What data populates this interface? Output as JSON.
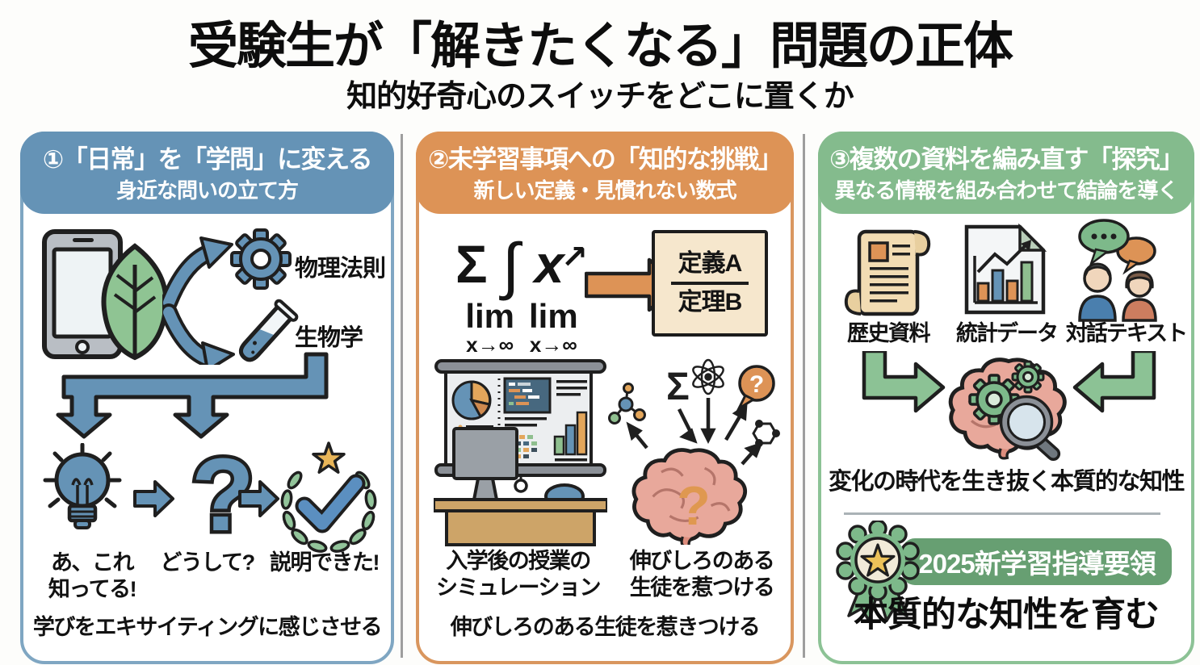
{
  "page": {
    "title": "受験生が「解きたくなる」問題の正体",
    "subtitle": "知的好奇心のスイッチをどこに置くか"
  },
  "colors": {
    "panel1_accent": "#6593b6",
    "panel2_accent": "#dd9356",
    "panel3_accent": "#84bb8d",
    "badge_green": "#679f72",
    "star_gold": "#e8b558",
    "brain_pink": "#e8a89b"
  },
  "panel1": {
    "heading": "①「日常」を「学問」に変える",
    "subheading": "身近な問いの立て方",
    "labels": {
      "physics": "物理法則",
      "biology": "生物学"
    },
    "question_mark": "?",
    "captions": {
      "c1_line1": "あ、これ",
      "c1_line2": "知ってる!",
      "c2": "どうして?",
      "c3": "説明できた!"
    },
    "footer": "学びをエキサイティングに感じさせる"
  },
  "panel2": {
    "heading": "②未学習事項への「知的な挑戦」",
    "subheading": "新しい定義・見慣れない数式",
    "math": {
      "sigma": "Σ",
      "integral": "∫",
      "variable": "x",
      "up_arrow": "↗",
      "lim1": "lim",
      "lim1_sub": "x→∞",
      "lim2": "lim",
      "lim2_sub": "x→∞"
    },
    "box": {
      "line1": "定義A",
      "line2": "定理B"
    },
    "brain_sigma": "Σ",
    "bubble_question": "?",
    "brain_question": "?",
    "captions": {
      "c1_line1": "入学後の授業の",
      "c1_line2": "シミュレーション",
      "c2_line1": "伸びしろのある",
      "c2_line2": "生徒を惹つける"
    },
    "footer": "伸びしろのある生徒を惹きつける"
  },
  "panel3": {
    "heading": "③複数の資料を編み直す「探究」",
    "subheading": "異なる情報を組み合わせて結論を導く",
    "labels": {
      "history": "歴史資料",
      "stats": "統計データ",
      "dialogue": "対話テキスト"
    },
    "caption": "変化の時代を生き抜く本質的な知性",
    "badge": "2025新学習指導要領",
    "footer": "本質的な知性を育む"
  }
}
